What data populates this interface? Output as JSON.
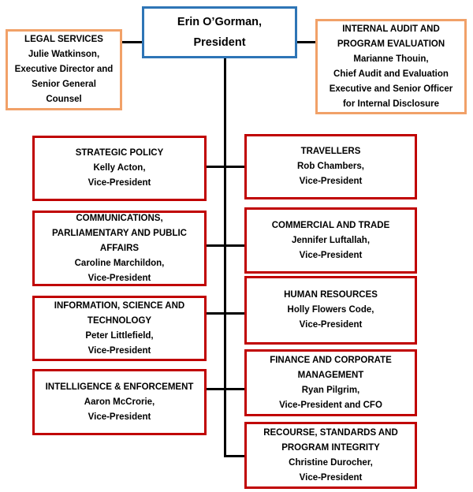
{
  "colors": {
    "president_border": "#2E75B6",
    "staff_border": "#F1A168",
    "vp_border": "#C00000",
    "connector_line": "#000000"
  },
  "org": {
    "president": {
      "lines": [
        "Erin O’Gorman,",
        "President"
      ]
    },
    "advisors": [
      {
        "key": "legal-services",
        "lines": [
          "LEGAL SERVICES",
          "Julie Watkinson,",
          "Executive Director and",
          "Senior General",
          "Counsel"
        ]
      },
      {
        "key": "internal-audit-and-program-evaluation",
        "lines": [
          "INTERNAL AUDIT AND",
          "PROGRAM EVALUATION",
          "Marianne Thouin,",
          "Chief Audit and Evaluation",
          "Executive and Senior Officer",
          "for Internal Disclosure"
        ]
      }
    ],
    "left_column": [
      {
        "key": "strategic-policy",
        "lines": [
          "STRATEGIC POLICY",
          "Kelly Acton,",
          "Vice-President"
        ]
      },
      {
        "key": "communications-parliamentary-public-affairs",
        "lines": [
          "COMMUNICATIONS,",
          "PARLIAMENTARY AND PUBLIC",
          "AFFAIRS",
          "Caroline Marchildon,",
          "Vice-President"
        ]
      },
      {
        "key": "information-science-technology",
        "lines": [
          "INFORMATION, SCIENCE AND",
          "TECHNOLOGY",
          "Peter Littlefield,",
          "Vice-President"
        ]
      },
      {
        "key": "intelligence-enforcement",
        "lines": [
          "INTELLIGENCE & ENFORCEMENT",
          "Aaron McCrorie,",
          "Vice-President"
        ]
      }
    ],
    "right_column": [
      {
        "key": "travellers",
        "lines": [
          "TRAVELLERS",
          "Rob Chambers,",
          "Vice-President"
        ]
      },
      {
        "key": "commercial-and-trade",
        "lines": [
          "COMMERCIAL AND TRADE",
          "Jennifer Luftallah,",
          "Vice-President"
        ]
      },
      {
        "key": "human-resources",
        "lines": [
          "HUMAN RESOURCES",
          "Holly Flowers Code,",
          "Vice-President"
        ]
      },
      {
        "key": "finance-and-corporate-management",
        "lines": [
          "FINANCE AND CORPORATE",
          "MANAGEMENT",
          "Ryan Pilgrim,",
          "Vice-President and CFO"
        ]
      },
      {
        "key": "recourse-standards-and-program-integrity",
        "lines": [
          "RECOURSE, STANDARDS AND",
          "PROGRAM INTEGRITY",
          "Christine Durocher,",
          "Vice-President"
        ]
      }
    ]
  }
}
